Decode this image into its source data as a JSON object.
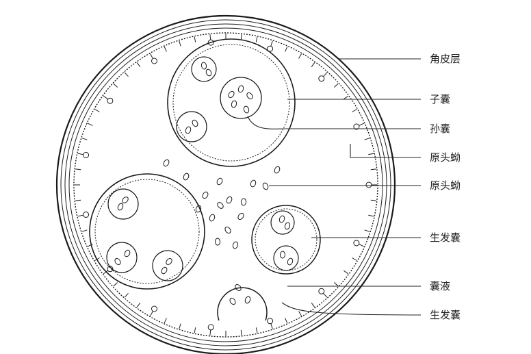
{
  "labels": {
    "cuticle_layer": "角皮层",
    "daughter_cyst": "子囊",
    "granddaughter_cyst": "孙囊",
    "protoscolex_1": "原头蚴",
    "protoscolex_2": "原头蚴",
    "brood_capsule_1": "生发囊",
    "cyst_fluid": "囊液",
    "brood_capsule_2": "生发囊"
  }
}
